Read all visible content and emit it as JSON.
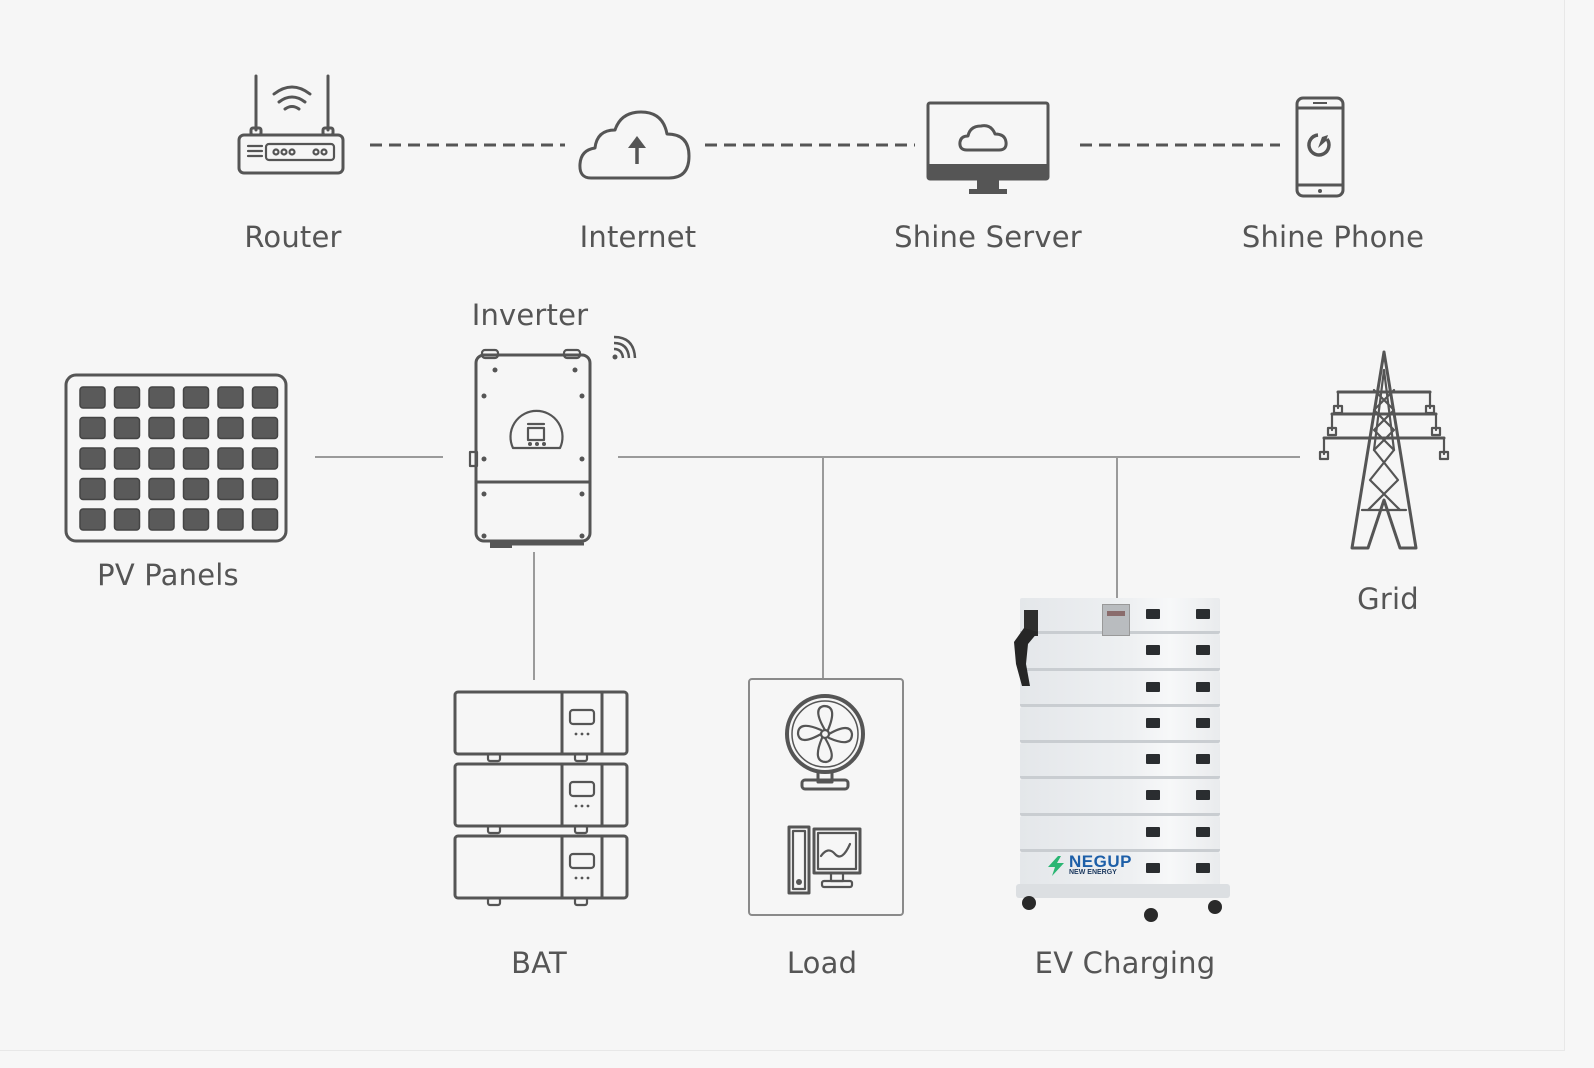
{
  "diagram": {
    "title": "Hybrid inverter energy system topology",
    "colors": {
      "background": "#f6f6f6",
      "line": "#555555",
      "connector": "#9a9a9a",
      "brand_green": "#2bb673",
      "brand_blue": "#1d5fa8"
    },
    "network_row": {
      "nodes": [
        {
          "id": "router",
          "label": "Router",
          "icon": "router-icon"
        },
        {
          "id": "internet",
          "label": "Internet",
          "icon": "cloud-upload-icon"
        },
        {
          "id": "shine-server",
          "label": "Shine Server",
          "icon": "monitor-cloud-icon"
        },
        {
          "id": "shine-phone",
          "label": "Shine Phone",
          "icon": "smartphone-app-icon"
        }
      ],
      "connection_style": "dashed"
    },
    "power_nodes": {
      "pv": {
        "label": "PV Panels",
        "icon": "solar-panel-icon"
      },
      "inverter": {
        "label": "Inverter",
        "icon": "inverter-icon",
        "badge_icon": "wifi-signal-icon"
      },
      "grid": {
        "label": "Grid",
        "icon": "transmission-tower-icon"
      },
      "bat": {
        "label": "BAT",
        "icon": "battery-stack-icon",
        "modules": 3
      },
      "load": {
        "label": "Load",
        "icons": [
          "fan-icon",
          "desktop-computer-icon"
        ]
      },
      "ev": {
        "label": "EV Charging",
        "icon": "ev-charging-battery-cabinet",
        "modules": 8,
        "brand": {
          "name": "NEGUP",
          "tagline": "NEW ENERGY"
        }
      }
    },
    "edges": [
      {
        "from": "pv",
        "to": "inverter",
        "style": "solid"
      },
      {
        "from": "inverter",
        "to": "grid",
        "style": "solid"
      },
      {
        "from": "inverter",
        "to": "bat",
        "style": "solid"
      },
      {
        "from": "bus",
        "to": "load",
        "style": "solid"
      },
      {
        "from": "bus",
        "to": "ev",
        "style": "solid"
      },
      {
        "from": "router",
        "to": "internet",
        "style": "dashed"
      },
      {
        "from": "internet",
        "to": "shine-server",
        "style": "dashed"
      },
      {
        "from": "shine-server",
        "to": "shine-phone",
        "style": "dashed"
      }
    ]
  }
}
